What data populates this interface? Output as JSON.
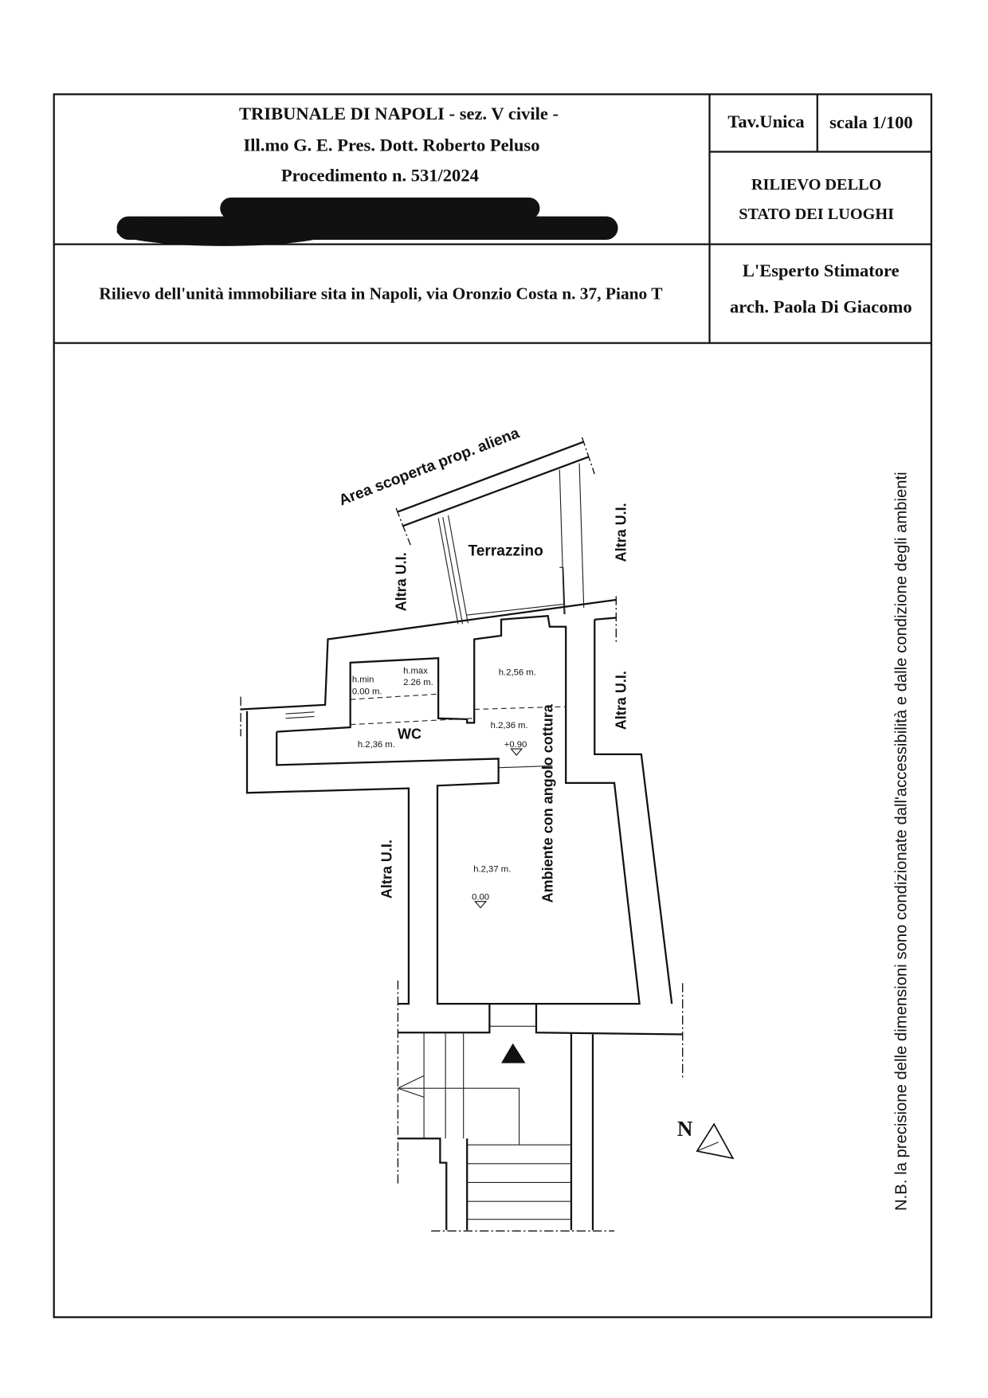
{
  "header": {
    "court": "TRIBUNALE  DI  NAPOLI  - sez. V civile  -",
    "judge": "Ill.mo G. E. Pres.  Dott.  Roberto Peluso",
    "procedure": "Procedimento n. 531/2024",
    "table": "Tav.Unica",
    "scale": "scala 1/100",
    "drawing_title_1": "RILIEVO DELLO",
    "drawing_title_2": "STATO DEI LUOGHI",
    "description": "Rilievo dell'unità immobiliare sita in Napoli, via Oronzio Costa n. 37, Piano T",
    "expert_role": "L'Esperto Stimatore",
    "expert_name": "arch. Paola Di Giacomo"
  },
  "plan": {
    "area_outside": "Area scoperta  prop. aliena",
    "terrace": "Terrazzino",
    "other_unit": "Altra U.I.",
    "hmin": "h.min",
    "hmin_val": "0.00 m.",
    "hmax": "h.max",
    "hmax_val": "2.26 m.",
    "h256": "h.2,56 m.",
    "h236_right": "h.2,36 m.",
    "wc": "WC",
    "h236_left": "h.2,36 m.",
    "level_090": "+0.90",
    "kitchen_room": "Ambiente con angolo cottura",
    "h237": "h.2,37 m.",
    "level_000": "0.00",
    "north": "N"
  },
  "note": "N.B. la precisione delle dimensioni sono condizionate dall'accessibilità e dalle condizione degli ambienti"
}
